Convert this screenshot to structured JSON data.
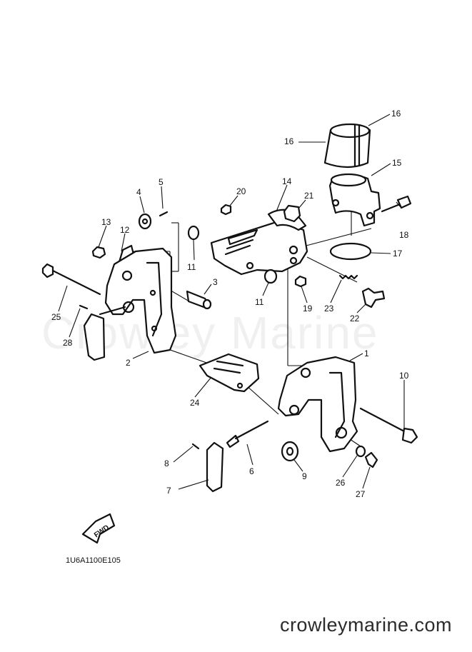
{
  "diagram_code": "1U6A1100E105",
  "watermark_text": "Crowley Marine",
  "site_url": "crowleymarine.com",
  "fwd_label": "FWD",
  "callouts": [
    {
      "id": "c1",
      "label": "1"
    },
    {
      "id": "c2",
      "label": "2"
    },
    {
      "id": "c3",
      "label": "3"
    },
    {
      "id": "c4",
      "label": "4"
    },
    {
      "id": "c5",
      "label": "5"
    },
    {
      "id": "c6",
      "label": "6"
    },
    {
      "id": "c7",
      "label": "7"
    },
    {
      "id": "c8",
      "label": "8"
    },
    {
      "id": "c9",
      "label": "9"
    },
    {
      "id": "c10",
      "label": "10"
    },
    {
      "id": "c11a",
      "label": "11"
    },
    {
      "id": "c11b",
      "label": "11"
    },
    {
      "id": "c12",
      "label": "12"
    },
    {
      "id": "c13",
      "label": "13"
    },
    {
      "id": "c14",
      "label": "14"
    },
    {
      "id": "c15",
      "label": "15"
    },
    {
      "id": "c16a",
      "label": "16"
    },
    {
      "id": "c16b",
      "label": "16"
    },
    {
      "id": "c17",
      "label": "17"
    },
    {
      "id": "c18",
      "label": "18"
    },
    {
      "id": "c19",
      "label": "19"
    },
    {
      "id": "c20",
      "label": "20"
    },
    {
      "id": "c21",
      "label": "21"
    },
    {
      "id": "c22",
      "label": "22"
    },
    {
      "id": "c23",
      "label": "23"
    },
    {
      "id": "c24",
      "label": "24"
    },
    {
      "id": "c25",
      "label": "25"
    },
    {
      "id": "c26",
      "label": "26"
    },
    {
      "id": "c27",
      "label": "27"
    },
    {
      "id": "c28",
      "label": "28"
    }
  ]
}
